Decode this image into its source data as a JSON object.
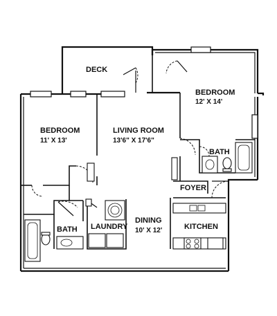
{
  "rooms": {
    "deck": {
      "name": "DECK"
    },
    "bedroom2": {
      "name": "BEDROOM",
      "dimensions": "12' X 14'"
    },
    "bedroom1": {
      "name": "BEDROOM",
      "dimensions": "11' X 13'"
    },
    "living": {
      "name": "LIVING ROOM",
      "dimensions": "13'6\" X 17'6\""
    },
    "bath2": {
      "name": "BATH"
    },
    "foyer": {
      "name": "FOYER"
    },
    "bath1": {
      "name": "BATH"
    },
    "laundry": {
      "name": "LAUNDRY"
    },
    "dining": {
      "name": "DINING",
      "dimensions": "10' X 12'"
    },
    "kitchen": {
      "name": "KITCHEN"
    }
  }
}
